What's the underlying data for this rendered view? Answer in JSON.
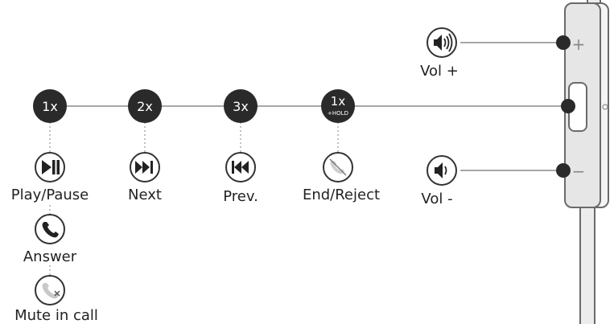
{
  "presses": {
    "single": {
      "count": "1x"
    },
    "double": {
      "count": "2x"
    },
    "triple": {
      "count": "3x"
    },
    "hold": {
      "count": "1x",
      "modifier": "+HOLD"
    }
  },
  "actions": {
    "play_pause": "Play/Pause",
    "answer": "Answer",
    "mute_in_call": "Mute in call",
    "next": "Next",
    "prev": "Prev.",
    "end_reject": "End/Reject"
  },
  "volume": {
    "up_label": "Vol +",
    "down_label": "Vol -",
    "plus_symbol": "+",
    "minus_symbol": "−"
  },
  "icons": {
    "play_pause": "play-pause-icon",
    "answer": "phone-icon",
    "mute": "phone-muted-icon",
    "next": "skip-forward-icon",
    "prev": "skip-back-icon",
    "end_reject": "phone-hangup-icon",
    "vol_up": "speaker-loud-icon",
    "vol_down": "speaker-soft-icon"
  },
  "colors": {
    "badge": "#2a2a2a",
    "line": "#8a8a8a",
    "controller": "#e7e7e7",
    "outline": "#6a6a6a"
  }
}
